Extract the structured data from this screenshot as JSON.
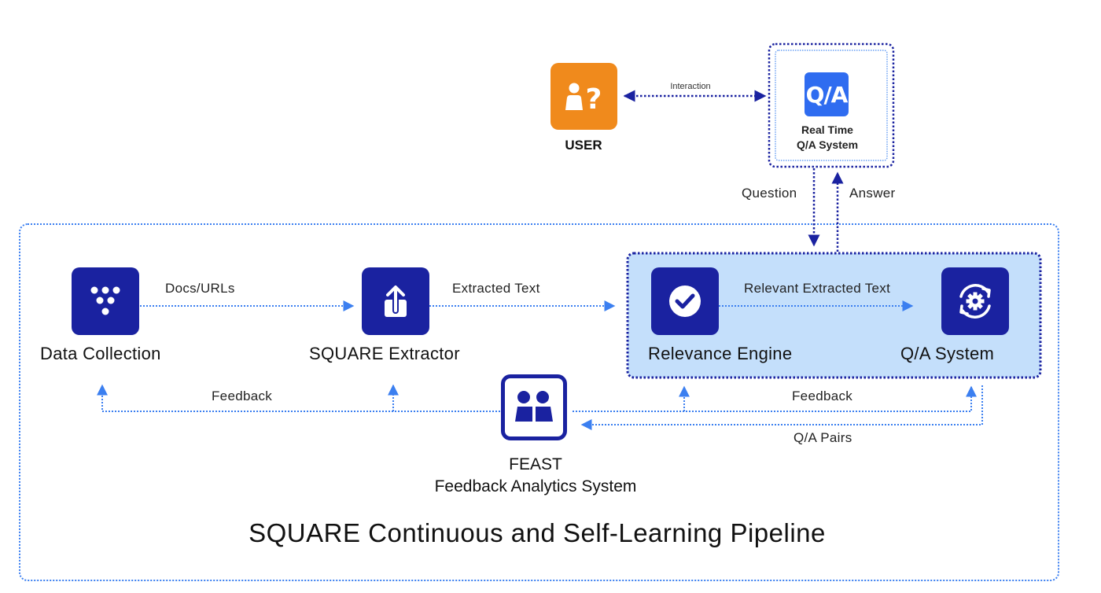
{
  "diagram": {
    "title": "SQUARE Continuous and Self-Learning Pipeline",
    "colors": {
      "navy": "#1a22a0",
      "orange": "#f08a1c",
      "qa_blue": "#2f6cf0",
      "highlight_fill": "#c4dffb",
      "dotted_light": "#3b7ff0",
      "dotted_dark": "#1a22a0"
    },
    "nodes": {
      "user": {
        "label": "USER",
        "icon": "user-question-icon"
      },
      "realtime_qa": {
        "label_line1": "Real Time",
        "label_line2": "Q/A System",
        "icon_text": "Q/A",
        "icon": "qa-icon"
      },
      "data_collection": {
        "label": "Data Collection",
        "icon": "dots-funnel-icon"
      },
      "extractor": {
        "label": "SQUARE Extractor",
        "icon": "upload-icon"
      },
      "relevance_engine": {
        "label": "Relevance Engine",
        "icon": "check-circle-icon"
      },
      "qa_system": {
        "label": "Q/A System",
        "icon": "gear-sync-icon"
      },
      "feast": {
        "label_line1": "FEAST",
        "label_line2": "Feedback Analytics System",
        "icon": "people-icon"
      }
    },
    "edges": {
      "interaction": "Interaction",
      "question": "Question",
      "answer": "Answer",
      "docs_urls": "Docs/URLs",
      "extracted_text": "Extracted Text",
      "relevant_extracted_text": "Relevant Extracted Text",
      "feedback_left": "Feedback",
      "feedback_right": "Feedback",
      "qa_pairs": "Q/A Pairs"
    }
  }
}
